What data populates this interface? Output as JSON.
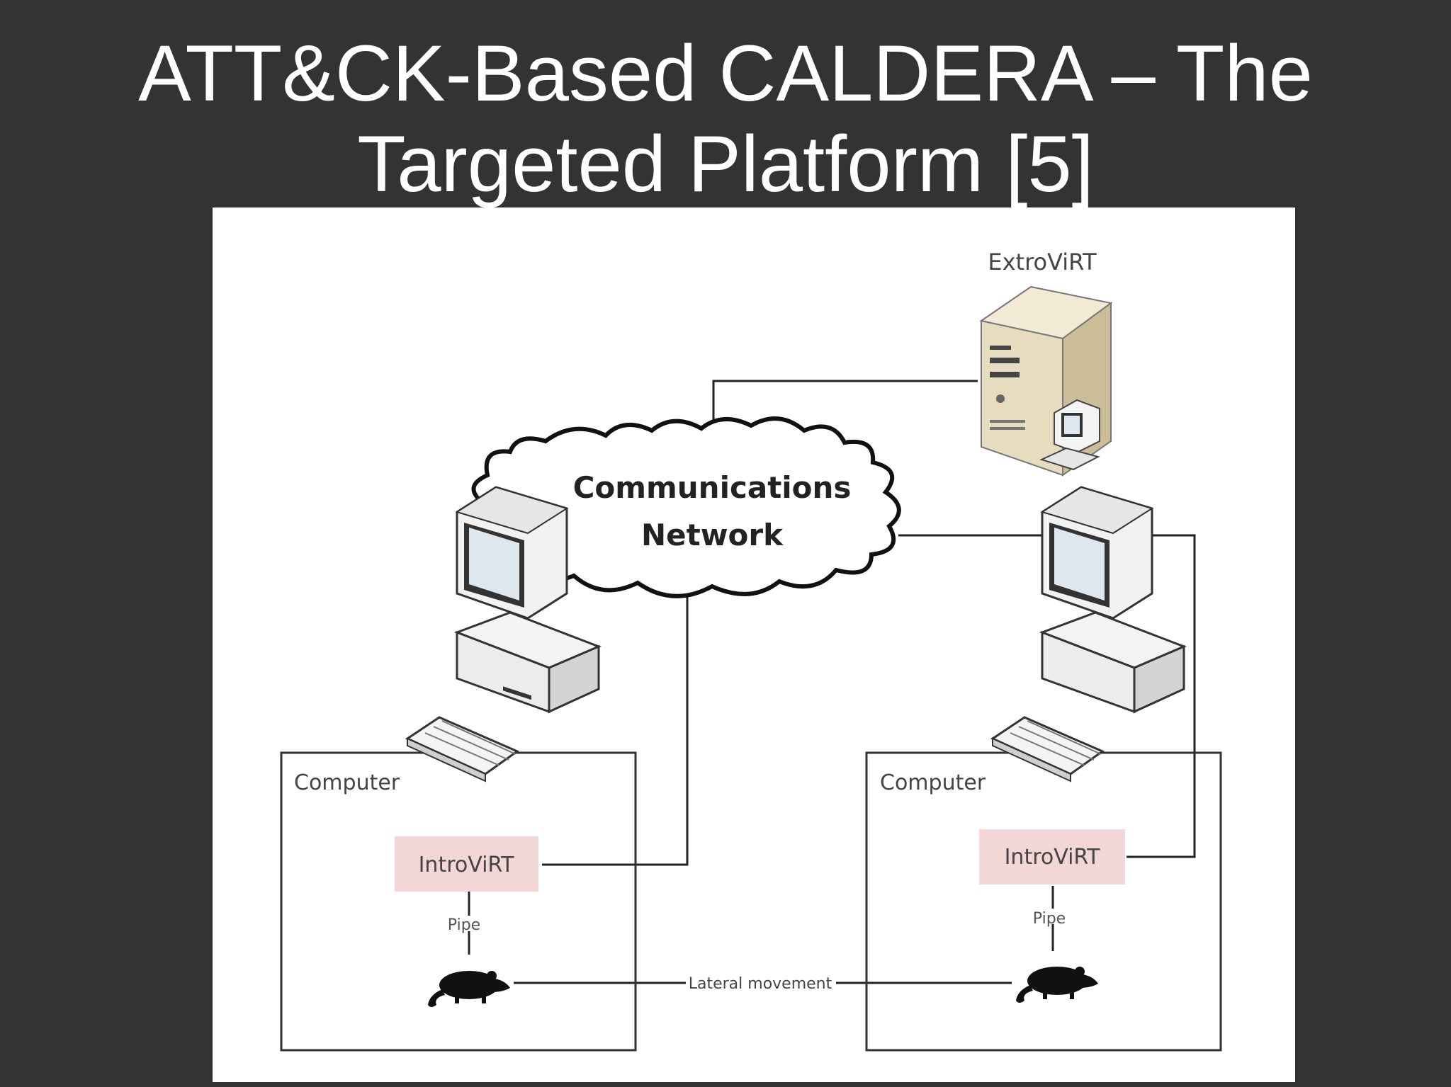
{
  "slide": {
    "title_line1": "ATT&CK-Based CALDERA – The",
    "title_line2": "Targeted Platform [5]"
  },
  "diagram": {
    "server_label": "ExtroViRT",
    "cloud_line1": "Communications",
    "cloud_line2": "Network",
    "left_computer": {
      "label": "Computer",
      "agent": "IntroViRT",
      "pipe": "Pipe"
    },
    "right_computer": {
      "label": "Computer",
      "agent": "IntroViRT",
      "pipe": "Pipe"
    },
    "lateral_label": "Lateral movement"
  },
  "colors": {
    "background": "#333333",
    "panel": "#ffffff",
    "agent_fill": "#f3d6d6",
    "server_fill": "#e8dcc0"
  }
}
